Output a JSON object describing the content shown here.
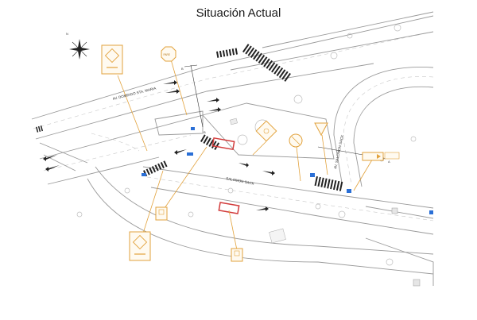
{
  "title": "Situación Actual",
  "labels": {
    "street_upper": "AV. DOMINGO STA. MARIA",
    "street_middle": "SALOMON SACK",
    "street_right": "AV. SALOMON SACK",
    "stop_sign": "PARE",
    "north": "N"
  },
  "colors": {
    "signage": "#e2a23c",
    "marking": "#222222",
    "accent_blue": "#2a6fd6",
    "accent_red": "#d23a3a",
    "road_line": "#b5b5b5"
  }
}
